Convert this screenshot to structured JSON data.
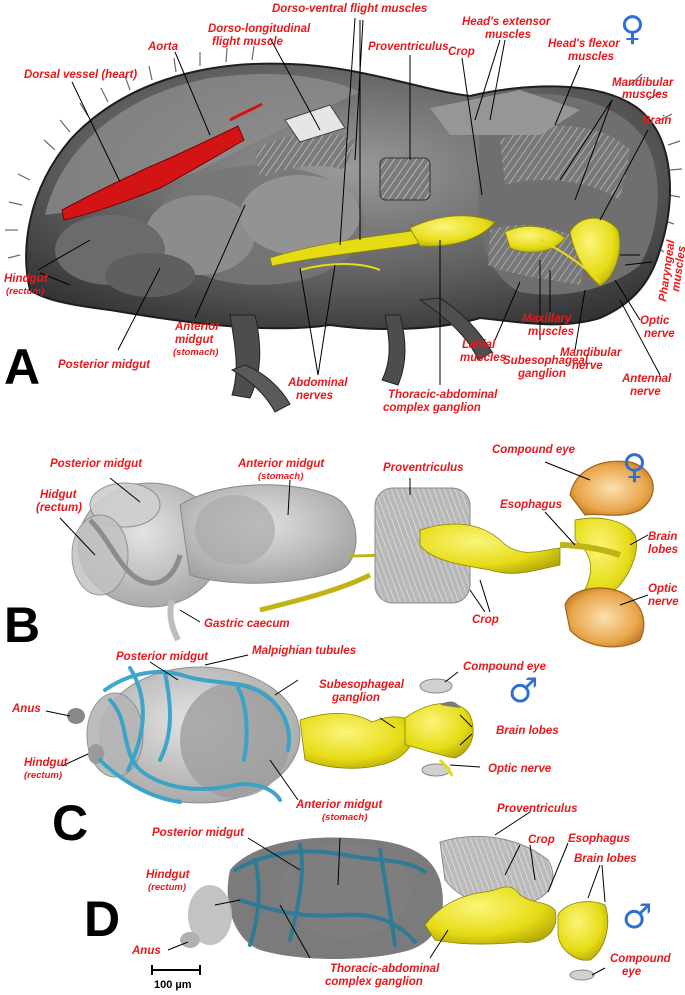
{
  "panels": {
    "A": {
      "letter": "A",
      "sex": "♀",
      "labels": {
        "dorsal_vessel": "Dorsal vessel (heart)",
        "aorta": "Aorta",
        "dorso_longitudinal_1": "Dorso-longitudinal",
        "dorso_longitudinal_2": "flight muscle",
        "dorso_ventral": "Dorso-ventral flight muscles",
        "proventriculus": "Proventriculus",
        "crop": "Crop",
        "heads_extensor_1": "Head's extensor",
        "heads_extensor_2": "muscles",
        "heads_flexor_1": "Head's flexor",
        "heads_flexor_2": "muscles",
        "mandibular_muscles_1": "Mandibular",
        "mandibular_muscles_2": "muscles",
        "brain": "Brain",
        "pharyngeal_1": "Pharyngeal",
        "pharyngeal_2": "muscles",
        "optic_nerve_1": "Optic",
        "optic_nerve_2": "nerve",
        "antennal_nerve_1": "Antennal",
        "antennal_nerve_2": "nerve",
        "mandibular_nerve_1": "Mandibular",
        "mandibular_nerve_2": "nerve",
        "maxillary_1": "Maxillary",
        "maxillary_2": "muscles",
        "labial_1": "Labial",
        "labial_2": "muscles",
        "subesophageal_1": "Subesophageal",
        "subesophageal_2": "ganglion",
        "thoracic_1": "Thoracic-abdominal",
        "thoracic_2": "complex ganglion",
        "abdominal_1": "Abdominal",
        "abdominal_2": "nerves",
        "anterior_midgut_1": "Anterior",
        "anterior_midgut_2": "midgut",
        "anterior_midgut_3": "(stomach)",
        "posterior_midgut": "Posterior midgut",
        "hindgut_1": "Hindgut",
        "hindgut_2": "(rectum)"
      }
    },
    "B": {
      "letter": "B",
      "sex": "♀",
      "labels": {
        "posterior_midgut": "Posterior midgut",
        "hidgut_1": "Hidgut",
        "hidgut_2": "(rectum)",
        "anterior_midgut_1": "Anterior midgut",
        "anterior_midgut_2": "(stomach)",
        "proventriculus": "Proventriculus",
        "compound_eye": "Compound  eye",
        "esophagus": "Esophagus",
        "brain_lobes_1": "Brain",
        "brain_lobes_2": "lobes",
        "optic_nerve_1": "Optic",
        "optic_nerve_2": "nerve",
        "crop": "Crop",
        "gastric_caecum": "Gastric caecum"
      }
    },
    "C": {
      "letter": "C",
      "sex": "♂",
      "labels": {
        "posterior_midgut": "Posterior midgut",
        "malpighian": "Malpighian  tubules",
        "compound_eye": "Compound  eye",
        "subesophageal_1": "Subesophageal",
        "subesophageal_2": "ganglion",
        "brain_lobes": "Brain lobes",
        "optic_nerve": "Optic nerve",
        "anus": "Anus",
        "hindgut_1": "Hindgut",
        "hindgut_2": "(rectum)",
        "anterior_midgut_1": "Anterior midgut",
        "anterior_midgut_2": "(stomach)"
      }
    },
    "D": {
      "letter": "D",
      "sex": "♂",
      "labels": {
        "posterior_midgut": "Posterior midgut",
        "proventriculus": "Proventriculus",
        "crop": "Crop",
        "esophagus": "Esophagus",
        "brain_lobes": "Brain lobes",
        "hindgut_1": "Hindgut",
        "hindgut_2": "(rectum)",
        "anus": "Anus",
        "thoracic_1": "Thoracic-abdominal",
        "thoracic_2": "complex ganglion",
        "compound_eye_1": "Compound",
        "compound_eye_2": "eye"
      }
    }
  },
  "scale_bar": {
    "label": "100 µm"
  },
  "colors": {
    "label_red": "#e8181c",
    "sex_blue": "#2f6fd1",
    "heart_red": "#d41414",
    "ganglion_yellow": "#e9e21a",
    "malpighian_blue": "#35a3c9",
    "eye_orange": "#e7a13c",
    "tissue_gray": "#b9b9b9",
    "dark_gray": "#4a4a4a"
  }
}
